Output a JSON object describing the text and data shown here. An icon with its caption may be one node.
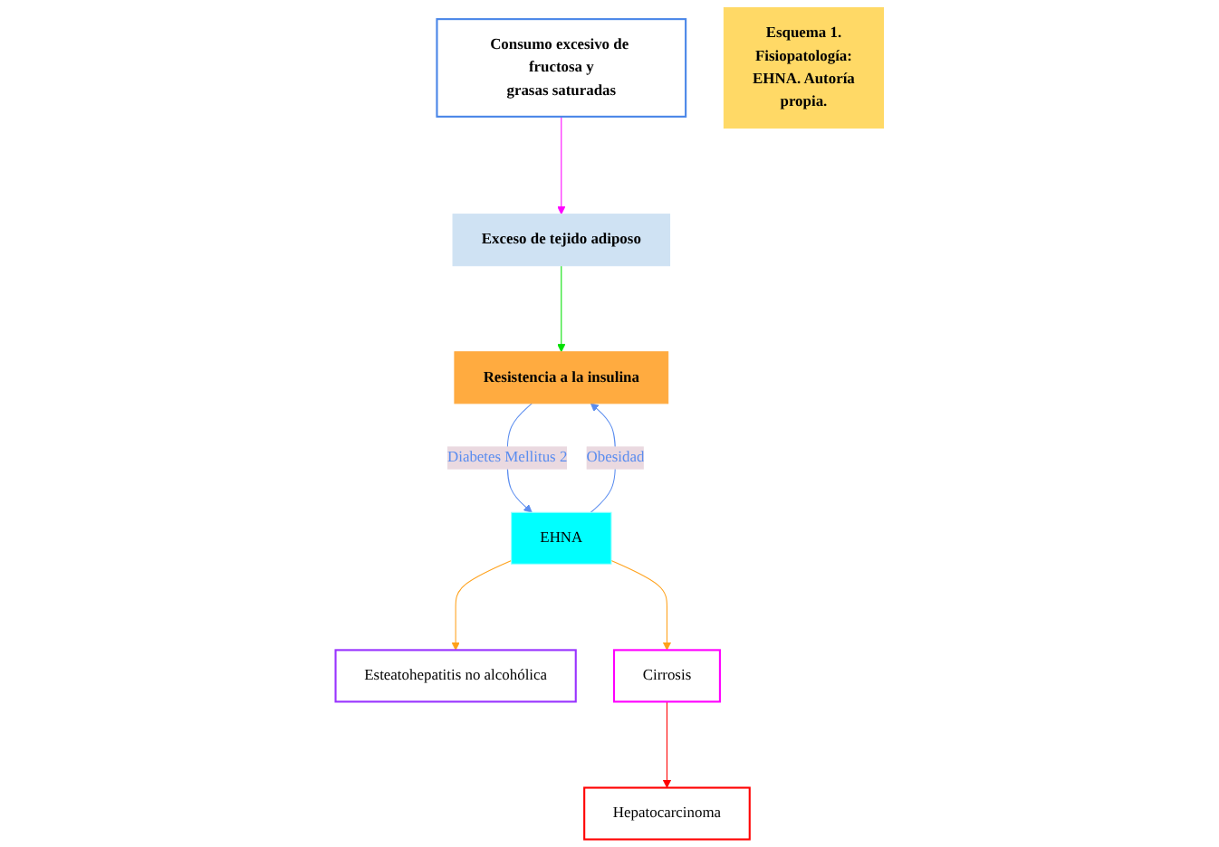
{
  "diagram": {
    "nodes": [
      {
        "text": [
          "Consumo excesivo de fructosa y grasas saturadas"
        ]
      },
      {
        "text": [
          "Exceso de tejido adiposo"
        ]
      },
      {
        "text": [
          "Resistencia a la insulina"
        ]
      },
      {
        "text": [
          "EHNA"
        ]
      },
      {
        "text": [
          "Esteatohepatitis no alcohólica"
        ]
      },
      {
        "text": [
          "Cirrosis"
        ]
      },
      {
        "text": [
          "Hepatocarcinoma"
        ]
      },
      {
        "text": [
          "Esquema 1. Fisiopatología: EHNA. Autoría propia."
        ]
      }
    ],
    "edges": [
      {
        "from": 0,
        "to": 1,
        "arrow": "to",
        "color": "#ff00ff"
      },
      {
        "from": 1,
        "to": 2,
        "arrow": "to",
        "color": "#00e000"
      },
      {
        "from": 2,
        "to": 3,
        "arrow": "to",
        "label": "Diabetes Mellitus 2",
        "color": "#5b8def"
      },
      {
        "from": 3,
        "to": 2,
        "arrow": "to",
        "label": "Obesidad",
        "color": "#5b8def"
      },
      {
        "from": 3,
        "to": 4,
        "arrow": "to",
        "color": "#ffa11a"
      },
      {
        "from": 3,
        "to": 5,
        "arrow": "to",
        "color": "#ffa11a"
      },
      {
        "from": 5,
        "to": 6,
        "arrow": "to",
        "color": "#ff0000"
      }
    ]
  }
}
